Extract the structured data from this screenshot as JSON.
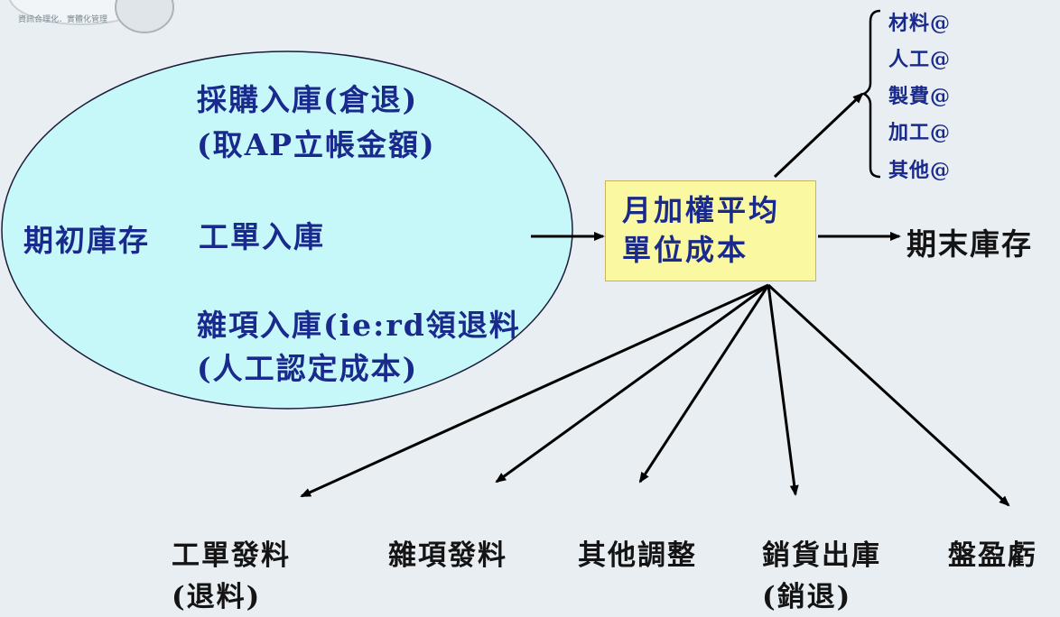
{
  "logo": {
    "tagline": "資訊合理化．實體化管理"
  },
  "ellipse": {
    "fill": "#c6f8fa",
    "left_label": "期初庫存",
    "lines": [
      "採購入庫(倉退)",
      "(取AP立帳金額)",
      "工單入庫",
      "雜項入庫(ie:rd領退料",
      "(人工認定成本)"
    ]
  },
  "center_box": {
    "line1": "月加權平均",
    "line2": "單位成本",
    "fill": "#fbf8a2"
  },
  "right_output": "期末庫存",
  "cost_items": [
    "材料@",
    "人工@",
    "製費@",
    "加工@",
    "其他@"
  ],
  "outputs": [
    {
      "line1": "工單發料",
      "line2": "(退料)"
    },
    {
      "line1": "雜項發料",
      "line2": ""
    },
    {
      "line1": "其他調整",
      "line2": ""
    },
    {
      "line1": "銷貨出庫",
      "line2": "(銷退)"
    },
    {
      "line1": "盤盈虧",
      "line2": ""
    }
  ]
}
